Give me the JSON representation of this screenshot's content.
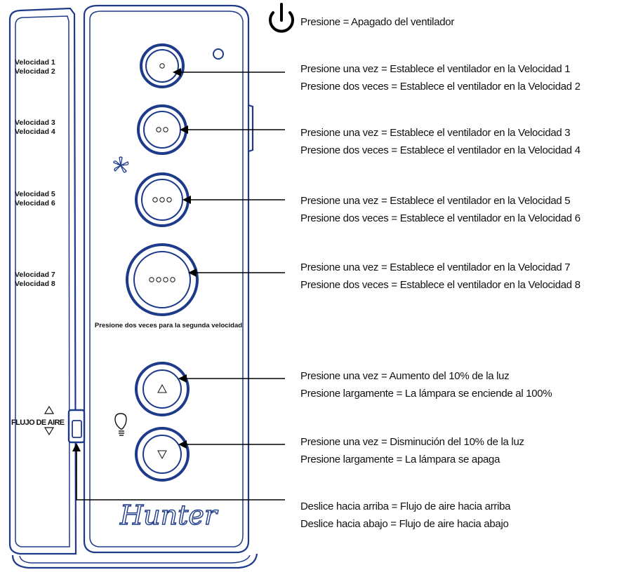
{
  "side_labels": {
    "speed1": "Velocidad 1",
    "speed2": "Velocidad 2",
    "speed3": "Velocidad 3",
    "speed4": "Velocidad 4",
    "speed5": "Velocidad 5",
    "speed6": "Velocidad 6",
    "speed7": "Velocidad 7",
    "speed8": "Velocidad 8",
    "airflow": "FLUJO DE AIRE"
  },
  "remote": {
    "speed_button_note": "Presione dos veces para la segunda velocidad",
    "brand": "Hunter",
    "button_glyphs": {
      "b1": "○",
      "b2": "○○",
      "b3": "○○○",
      "b4": "○○○○",
      "up": "△",
      "down": "▽"
    }
  },
  "annotations": {
    "power": "Presione = Apagado del ventilador",
    "b1_line1": "Presione una vez = Establece el ventilador en la Velocidad 1",
    "b1_line2": "Presione dos veces = Establece el ventilador en la Velocidad 2",
    "b2_line1": "Presione una vez = Establece el ventilador en la Velocidad 3",
    "b2_line2": "Presione dos veces = Establece el ventilador en la Velocidad 4",
    "b3_line1": "Presione una vez = Establece el ventilador en la Velocidad 5",
    "b3_line2": "Presione dos veces = Establece el ventilador en la Velocidad 6",
    "b4_line1": "Presione una vez = Establece el ventilador en la Velocidad 7",
    "b4_line2": "Presione dos veces = Establece el ventilador en la Velocidad 8",
    "up_line1": "Presione una vez = Aumento del 10% de la luz",
    "up_line2": "Presione largamente = La lámpara se enciende al 100%",
    "down_line1": "Presione una vez = Disminución del 10% de la luz",
    "down_line2": "Presione largamente = La lámpara se apaga",
    "slide_line1": "Deslice hacia arriba = Flujo de aire hacia arriba",
    "slide_line2": "Deslice hacia abajo = Flujo de aire hacia abajo"
  },
  "icons": {
    "power": "power-icon",
    "fan": "fan-icon",
    "bulb": "light-bulb-icon",
    "indicator": "indicator-light"
  },
  "colors": {
    "remote_outline": "#1e3a8a",
    "background": "#ffffff",
    "text": "#111111"
  }
}
